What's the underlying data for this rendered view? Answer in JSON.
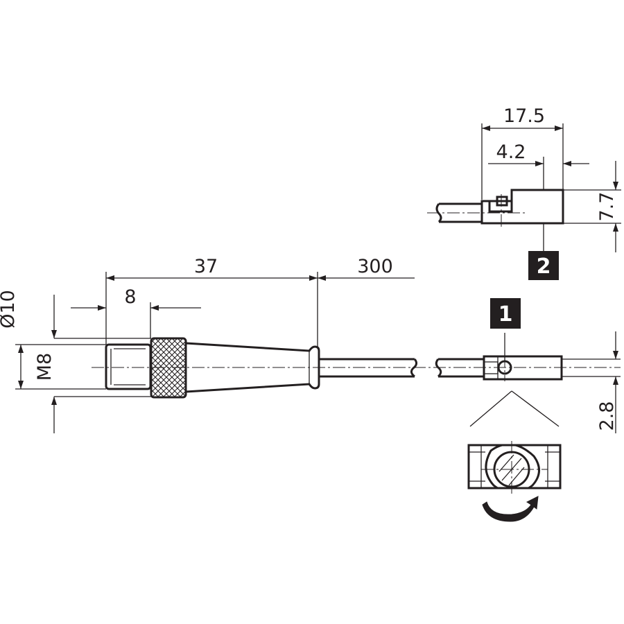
{
  "dimensions": {
    "length_total": "37",
    "length_thread": "8",
    "cable_length": "300",
    "diameter_body": "Ø10",
    "thread_size": "M8",
    "sensor_height": "2.8",
    "sensor_length": "17.5",
    "sensor_offset": "4.2",
    "sensor_width": "7.7"
  },
  "callouts": {
    "sensor": "1",
    "top_view": "2"
  },
  "colors": {
    "line": "#231f20",
    "callout_bg": "#231f20",
    "callout_text": "#ffffff",
    "background": "#ffffff"
  }
}
